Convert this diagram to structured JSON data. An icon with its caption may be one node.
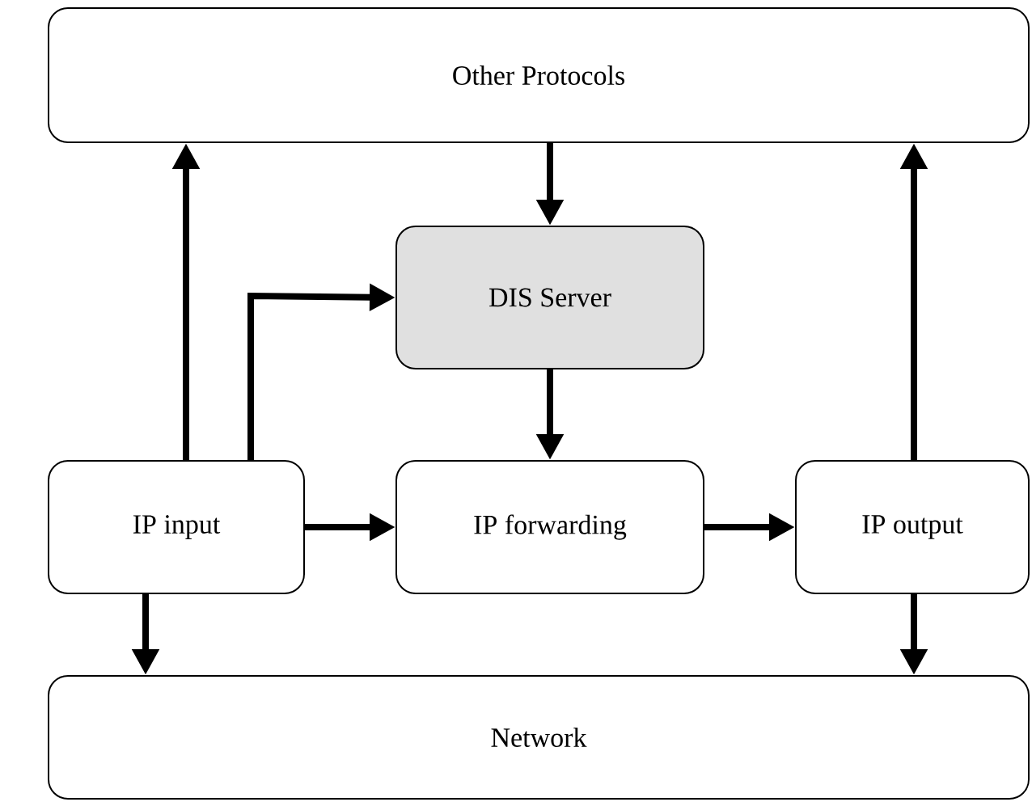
{
  "diagram": {
    "nodes": [
      {
        "text": [
          "Other Protocols"
        ]
      },
      {
        "text": [
          "DIS Server"
        ]
      },
      {
        "text": [
          "IP input"
        ]
      },
      {
        "text": [
          "IP forwarding"
        ]
      },
      {
        "text": [
          "IP output"
        ]
      },
      {
        "text": [
          "Network"
        ]
      }
    ],
    "edges": [
      {
        "from": 2,
        "to": 0,
        "arrow": "to"
      },
      {
        "from": 2,
        "to": 1,
        "arrow": "to"
      },
      {
        "from": 0,
        "to": 1,
        "arrow": "to"
      },
      {
        "from": 1,
        "to": 3,
        "arrow": "to"
      },
      {
        "from": 2,
        "to": 3,
        "arrow": "to"
      },
      {
        "from": 3,
        "to": 4,
        "arrow": "to"
      },
      {
        "from": 4,
        "to": 0,
        "arrow": "to"
      },
      {
        "from": 2,
        "to": 5,
        "arrow": "to"
      },
      {
        "from": 4,
        "to": 5,
        "arrow": "to"
      }
    ]
  }
}
